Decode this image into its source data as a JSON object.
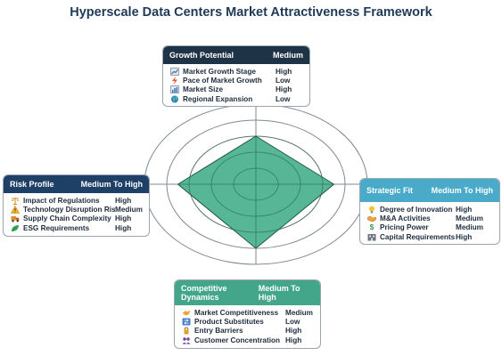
{
  "title": "Hyperscale Data Centers Market Attractiveness Framework",
  "colors": {
    "growth_header": "#1f3346",
    "risk_header": "#1e3f66",
    "strategic_header": "#4aaac9",
    "competitive_header": "#43a58a",
    "radar_fill": "#3aa982",
    "radar_stroke": "#1f5a45"
  },
  "radar": {
    "rings": 5,
    "axes": [
      "Growth Potential",
      "Strategic Fit",
      "Competitive Dynamics",
      "Risk Profile"
    ],
    "levels": [
      3,
      3.5,
      4,
      3.5
    ]
  },
  "cards": {
    "growth": {
      "title": "Growth Potential",
      "rating": "Medium",
      "items": [
        {
          "icon": "trend-chart-icon",
          "label": "Market Growth Stage",
          "value": "High"
        },
        {
          "icon": "lightning-icon",
          "label": "Pace of Market Growth",
          "value": "Low"
        },
        {
          "icon": "bar-chart-icon",
          "label": "Market Size",
          "value": "High"
        },
        {
          "icon": "globe-icon",
          "label": "Regional Expansion",
          "value": "Low"
        }
      ]
    },
    "risk": {
      "title": "Risk Profile",
      "rating": "Medium To High",
      "items": [
        {
          "icon": "scales-icon",
          "label": "Impact of Regulations",
          "value": "High"
        },
        {
          "icon": "warning-icon",
          "label": "Technology Disruption Risk",
          "value": "Medium"
        },
        {
          "icon": "truck-icon",
          "label": "Supply Chain Complexity",
          "value": "High"
        },
        {
          "icon": "leaf-icon",
          "label": "ESG Requirements",
          "value": "High"
        }
      ]
    },
    "strategic": {
      "title": "Strategic Fit",
      "rating": "Medium To High",
      "items": [
        {
          "icon": "lightbulb-icon",
          "label": "Degree of Innovation",
          "value": "High"
        },
        {
          "icon": "handshake-icon",
          "label": "M&A Activities",
          "value": "Medium"
        },
        {
          "icon": "dollar-icon",
          "label": "Pricing Power",
          "value": "Medium"
        },
        {
          "icon": "capital-icon",
          "label": "Capital Requirements",
          "value": "High"
        }
      ]
    },
    "competitive": {
      "title": "Competitive Dynamics",
      "rating": "Medium To High",
      "items": [
        {
          "icon": "competition-icon",
          "label": "Market Competitiveness",
          "value": "Medium"
        },
        {
          "icon": "substitute-icon",
          "label": "Product Substitutes",
          "value": "Low"
        },
        {
          "icon": "barrier-icon",
          "label": "Entry Barriers",
          "value": "High"
        },
        {
          "icon": "customers-icon",
          "label": "Customer Concentration",
          "value": "High"
        }
      ]
    }
  }
}
